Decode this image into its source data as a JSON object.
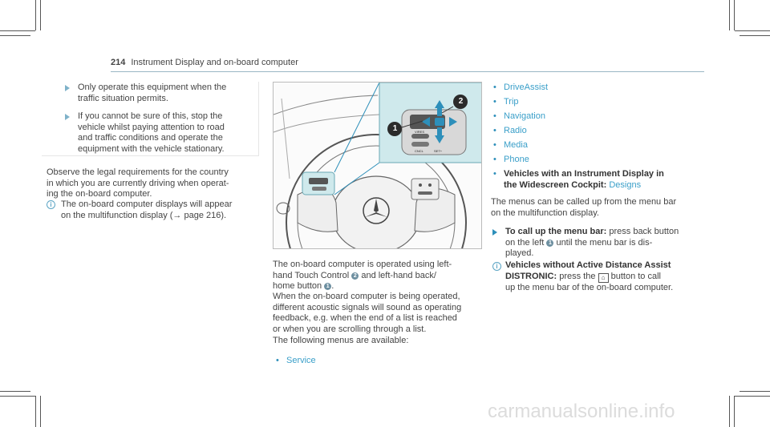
{
  "header": {
    "page_number": "214",
    "section_title": "Instrument Display and on-board computer"
  },
  "warnings": [
    {
      "lines": [
        "Only operate this equipment when the",
        "traffic situation permits."
      ]
    },
    {
      "lines": [
        "If you cannot be sure of this, stop the",
        "vehicle whilst paying attention to road",
        "and traffic conditions and operate the",
        "equipment with the vehicle stationary."
      ]
    }
  ],
  "left_para": [
    "Observe the legal requirements for the country",
    "in which you are currently driving when operat-",
    "ing the on-board computer."
  ],
  "left_note": [
    "The on-board computer displays will appear",
    "on the multifunction display (→ page 216)."
  ],
  "figure": {
    "callout_1": "1",
    "callout_2": "2",
    "btn_label_1": "CNCL",
    "btn_label_2": "SET+",
    "btn_label_3": "VIRES"
  },
  "mid_para1": [
    "The on-board computer is operated using left-",
    "hand Touch Control",
    "and left-hand back/",
    "home button",
    "."
  ],
  "mid_para2": [
    "When the on-board computer is being operated,",
    "different acoustic signals will sound as operating",
    "feedback, e.g. when the end of a list is reached",
    "or when you are scrolling through a list."
  ],
  "mid_para3": "The following menus are available:",
  "menus_mid": [
    "Service"
  ],
  "menus_right": [
    "DriveAssist",
    "Trip",
    "Navigation",
    "Radio",
    "Media",
    "Phone"
  ],
  "widescreen": {
    "bold1": "Vehicles with an Instrument Display in",
    "bold2": "the Widescreen Cockpit:",
    "link": "Designs"
  },
  "right_para": [
    "The menus can be called up from the menu bar",
    "on the multifunction display."
  ],
  "step": {
    "bold": "To call up the menu bar:",
    "t1": " press back button",
    "t2": "on the left",
    "t3": " until the menu bar is dis-",
    "t4": "played."
  },
  "right_note": {
    "bold1": "Vehicles without Active Distance Assist",
    "bold2": "DISTRONIC:",
    "t1": " press the",
    "t2": " button to call",
    "t3": "up the menu bar of the on-board computer."
  },
  "callout_1": "1",
  "callout_2": "2",
  "watermark": "carmanualsonline.info",
  "colors": {
    "accent": "#3a9fc9",
    "rule": "#9ab6c4",
    "highlight": "#cfe9ec"
  }
}
